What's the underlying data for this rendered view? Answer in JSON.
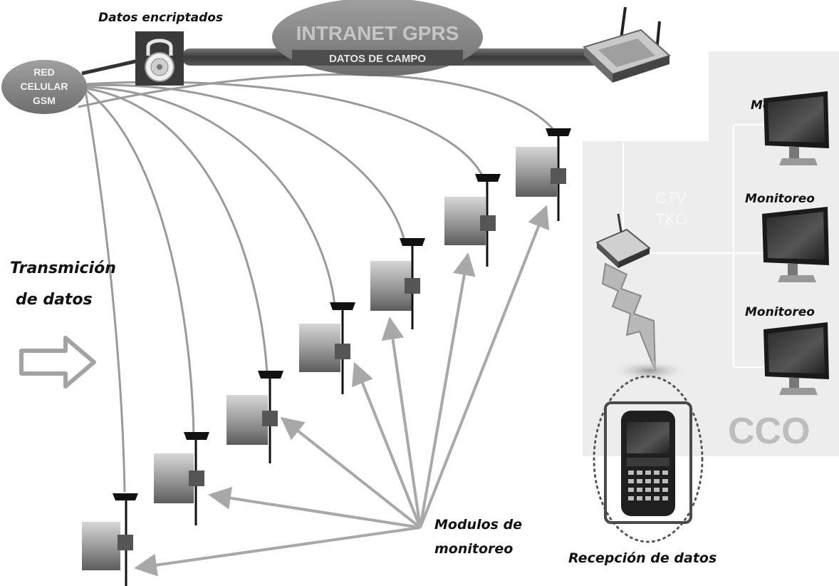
{
  "labels": {
    "encrypted": "Datos encriptados",
    "intranet": "INTRANET GPRS",
    "field_data": "DATOS DE CAMPO",
    "red_line1": "RED",
    "red_line2": "CELULAR",
    "red_line3": "GSM",
    "transmission_line1": "Transmición",
    "transmission_line2": "de datos",
    "modules_line1": "Modulos de",
    "modules_line2": "monitoreo",
    "reception": "Recepción de datos",
    "cco": "CCO",
    "monitor_1": "Monitoreo",
    "monitor_2": "Monitoreo",
    "monitor_3": "Monitoreo",
    "faint_line1": "CTV",
    "faint_line2": "TKO"
  },
  "colors": {
    "oval_fill": "#8a8a8a",
    "cable": "#555555",
    "arc": "#9a9a9a",
    "arrow": "#a8a8a8",
    "panel": "#ededed",
    "cco_text": "#bdbdbd"
  },
  "icons": {
    "lock": "padlock-icon",
    "router": "wireless-router-icon",
    "monitor": "desktop-monitor-icon",
    "phone": "smartphone-icon",
    "lightning": "lightning-bolt-icon",
    "arrow": "outline-arrow-right-icon"
  },
  "module_count": 7
}
